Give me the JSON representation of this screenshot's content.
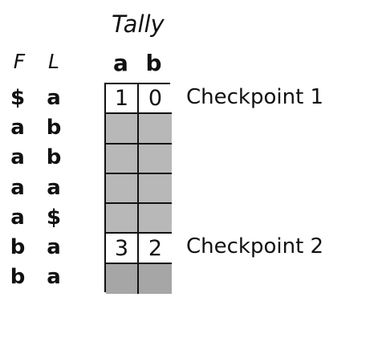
{
  "title": "Tally",
  "headers": {
    "f": "F",
    "l": "L"
  },
  "columns": [
    "a",
    "b"
  ],
  "rows": [
    {
      "f": "$",
      "l": "a",
      "tally": [
        "1",
        "0"
      ],
      "fill": "#ffffff"
    },
    {
      "f": "a",
      "l": "b",
      "tally": [
        "",
        ""
      ],
      "fill": "#b8b8b8"
    },
    {
      "f": "a",
      "l": "b",
      "tally": [
        "",
        ""
      ],
      "fill": "#b8b8b8"
    },
    {
      "f": "a",
      "l": "a",
      "tally": [
        "",
        ""
      ],
      "fill": "#b8b8b8"
    },
    {
      "f": "a",
      "l": "$",
      "tally": [
        "",
        ""
      ],
      "fill": "#b8b8b8"
    },
    {
      "f": "b",
      "l": "a",
      "tally": [
        "3",
        "2"
      ],
      "fill": "#ffffff"
    },
    {
      "f": "b",
      "l": "a",
      "tally": [
        "",
        ""
      ],
      "fill": "#a6a6a6"
    }
  ],
  "checkpoints": [
    {
      "label": "Checkpoint 1",
      "row": 0
    },
    {
      "label": "Checkpoint 2",
      "row": 5
    }
  ]
}
